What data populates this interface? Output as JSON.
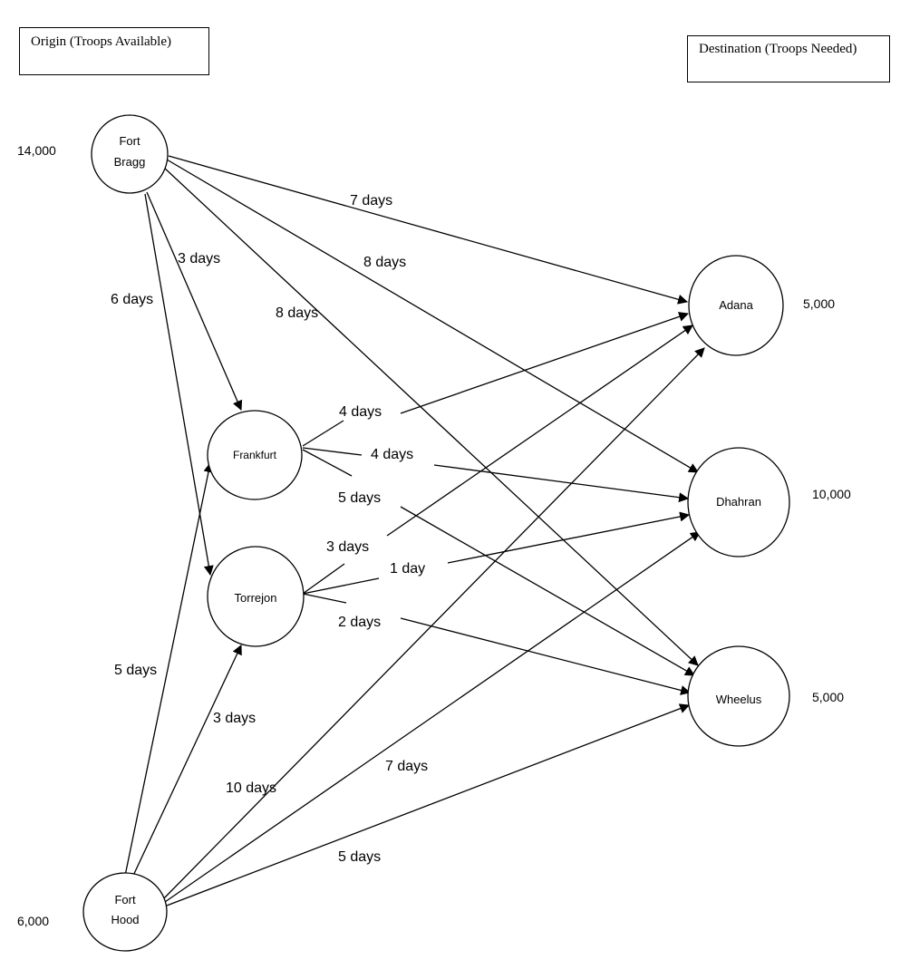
{
  "headers": {
    "origin": "Origin (Troops Available)",
    "destination": "Destination (Troops Needed)"
  },
  "nodes": {
    "fort_bragg": {
      "line1": "Fort",
      "line2": "Bragg",
      "quantity": "14,000"
    },
    "fort_hood": {
      "line1": "Fort",
      "line2": "Hood",
      "quantity": "6,000"
    },
    "frankfurt": {
      "label": "Frankfurt"
    },
    "torrejon": {
      "label": "Torrejon"
    },
    "adana": {
      "label": "Adana",
      "quantity": "5,000"
    },
    "dhahran": {
      "label": "Dhahran",
      "quantity": "10,000"
    },
    "wheelus": {
      "label": "Wheelus",
      "quantity": "5,000"
    }
  },
  "edges": {
    "bragg_adana": "7 days",
    "bragg_dhahran": "8 days",
    "bragg_wheelus": "8 days",
    "bragg_frankfurt": "3 days",
    "bragg_torrejon": "6 days",
    "frankfurt_adana": "4 days",
    "frankfurt_dhahran": "4 days",
    "frankfurt_wheelus": "5 days",
    "torrejon_adana": "3 days",
    "torrejon_dhahran": "1 day",
    "torrejon_wheelus": "2 days",
    "hood_frankfurt": "5 days",
    "hood_torrejon": "3 days",
    "hood_adana": "10 days",
    "hood_dhahran": "7 days",
    "hood_wheelus": "5 days"
  }
}
